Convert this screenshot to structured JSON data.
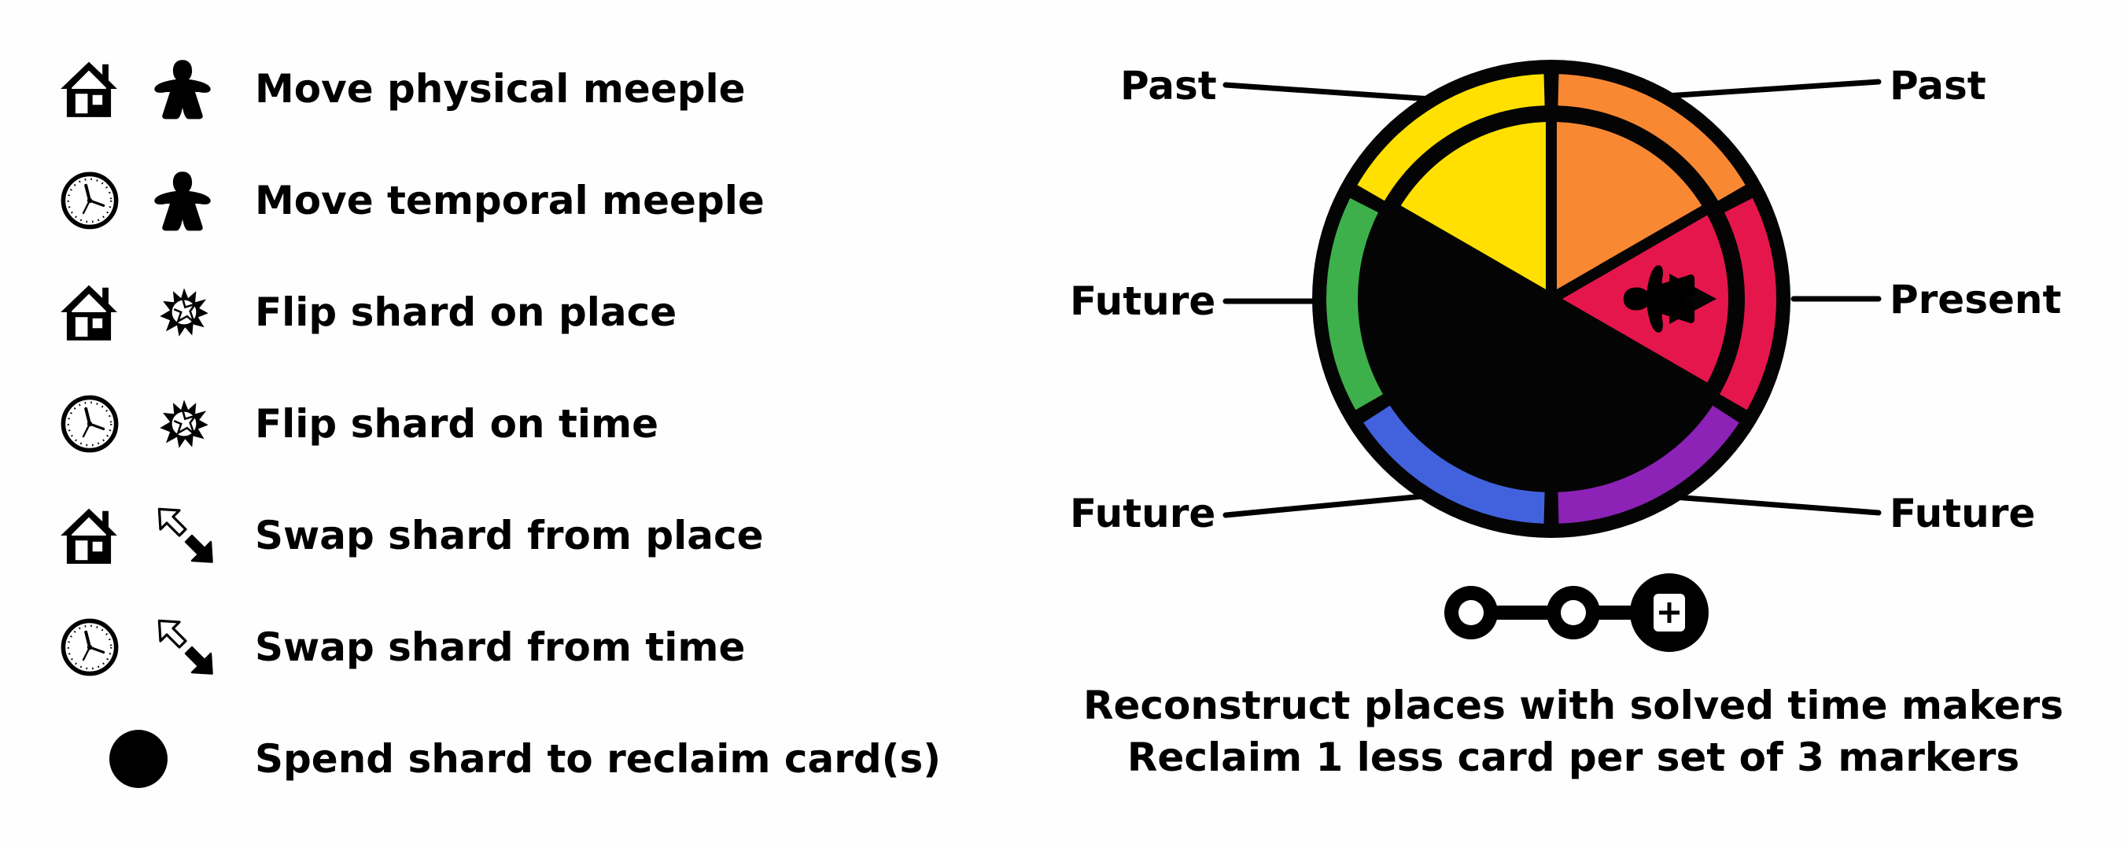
{
  "legend": {
    "items": [
      {
        "label": "Move physical meeple",
        "icons": [
          "house-icon",
          "meeple-icon"
        ]
      },
      {
        "label": "Move temporal meeple",
        "icons": [
          "clock-icon",
          "meeple-icon"
        ]
      },
      {
        "label": "Flip shard on place",
        "icons": [
          "house-icon",
          "shard-icon"
        ]
      },
      {
        "label": "Flip shard on time",
        "icons": [
          "clock-icon",
          "shard-icon"
        ]
      },
      {
        "label": "Swap shard from place",
        "icons": [
          "house-icon",
          "swap-arrows-icon"
        ]
      },
      {
        "label": "Swap shard from time",
        "icons": [
          "clock-icon",
          "swap-arrows-icon"
        ]
      },
      {
        "label": "Spend shard to reclaim card(s)",
        "icons": [
          "black-dot-icon"
        ]
      }
    ]
  },
  "wheel": {
    "labels": {
      "past_left": "Past",
      "past_right": "Past",
      "future_left": "Future",
      "present_right": "Present",
      "future_bottom_left": "Future",
      "future_bottom_right": "Future"
    },
    "colors": {
      "yellow": "#ffe000",
      "orange": "#f98833",
      "red": "#e4164c",
      "green": "#3db04b",
      "blue": "#4262dd",
      "purple": "#8c22b6",
      "black": "#040404"
    }
  },
  "track": {
    "icons": [
      "ring-icon",
      "ring-icon",
      "plus-card-icon"
    ]
  },
  "captions": {
    "line1": "Reconstruct places with solved time makers",
    "line2": "Reclaim 1 less card per set of 3 markers"
  }
}
